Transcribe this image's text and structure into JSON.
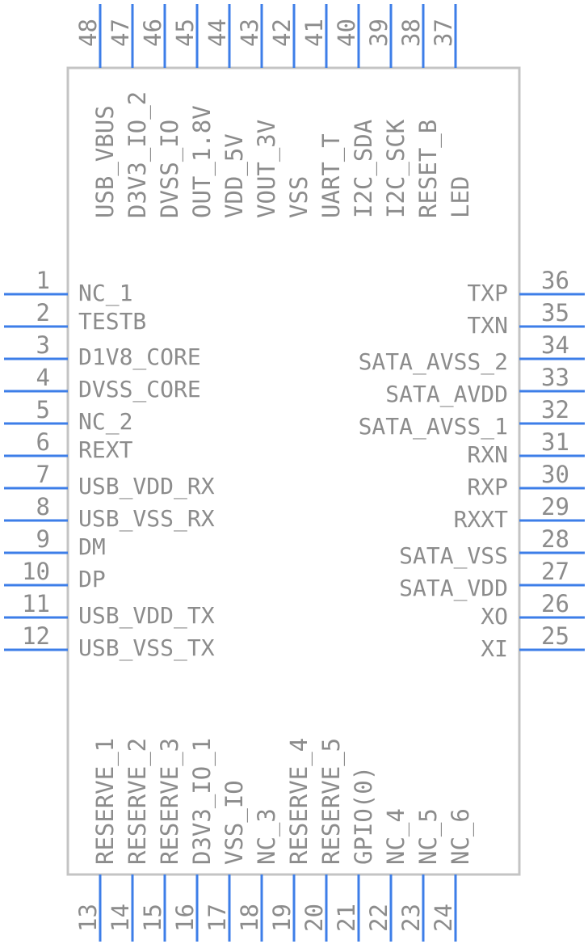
{
  "component": {
    "pins": {
      "left": [
        {
          "number": "1",
          "name": "NC_1"
        },
        {
          "number": "2",
          "name": "TESTB"
        },
        {
          "number": "3",
          "name": "D1V8_CORE"
        },
        {
          "number": "4",
          "name": "DVSS_CORE"
        },
        {
          "number": "5",
          "name": "NC_2"
        },
        {
          "number": "6",
          "name": "REXT"
        },
        {
          "number": "7",
          "name": "USB_VDD_RX"
        },
        {
          "number": "8",
          "name": "USB_VSS_RX"
        },
        {
          "number": "9",
          "name": "DM"
        },
        {
          "number": "10",
          "name": "DP"
        },
        {
          "number": "11",
          "name": "USB_VDD_TX"
        },
        {
          "number": "12",
          "name": "USB_VSS_TX"
        }
      ],
      "bottom": [
        {
          "number": "13",
          "name": "RESERVE_1"
        },
        {
          "number": "14",
          "name": "RESERVE_2"
        },
        {
          "number": "15",
          "name": "RESERVE_3"
        },
        {
          "number": "16",
          "name": "D3V3_IO_1"
        },
        {
          "number": "17",
          "name": "VSS_IO"
        },
        {
          "number": "18",
          "name": "NC_3"
        },
        {
          "number": "19",
          "name": "RESERVE_4"
        },
        {
          "number": "20",
          "name": "RESERVE_5"
        },
        {
          "number": "21",
          "name": "GPIO(0)"
        },
        {
          "number": "22",
          "name": "NC_4"
        },
        {
          "number": "23",
          "name": "NC_5"
        },
        {
          "number": "24",
          "name": "NC_6"
        }
      ],
      "right": [
        {
          "number": "25",
          "name": "XI"
        },
        {
          "number": "26",
          "name": "XO"
        },
        {
          "number": "27",
          "name": "SATA_VDD"
        },
        {
          "number": "28",
          "name": "SATA_VSS"
        },
        {
          "number": "29",
          "name": "RXXT"
        },
        {
          "number": "30",
          "name": "RXP"
        },
        {
          "number": "31",
          "name": "RXN"
        },
        {
          "number": "32",
          "name": "SATA_AVSS_1"
        },
        {
          "number": "33",
          "name": "SATA_AVDD"
        },
        {
          "number": "34",
          "name": "SATA_AVSS_2"
        },
        {
          "number": "35",
          "name": "TXN"
        },
        {
          "number": "36",
          "name": "TXP"
        }
      ],
      "top": [
        {
          "number": "37",
          "name": "LED"
        },
        {
          "number": "38",
          "name": "RESET_B"
        },
        {
          "number": "39",
          "name": "I2C_SCK"
        },
        {
          "number": "40",
          "name": "I2C_SDA"
        },
        {
          "number": "41",
          "name": "UART_T"
        },
        {
          "number": "42",
          "name": "VSS"
        },
        {
          "number": "43",
          "name": "VOUT_3V"
        },
        {
          "number": "44",
          "name": "VDD_5V"
        },
        {
          "number": "45",
          "name": "OUT_1.8V"
        },
        {
          "number": "46",
          "name": "DVSS_IO"
        },
        {
          "number": "47",
          "name": "D3V3_IO_2"
        },
        {
          "number": "48",
          "name": "USB_VBUS"
        }
      ]
    },
    "colors": {
      "pin": "#3d7ee8",
      "body_outline": "#c4c4c4",
      "text": "#8c8c8c"
    }
  }
}
